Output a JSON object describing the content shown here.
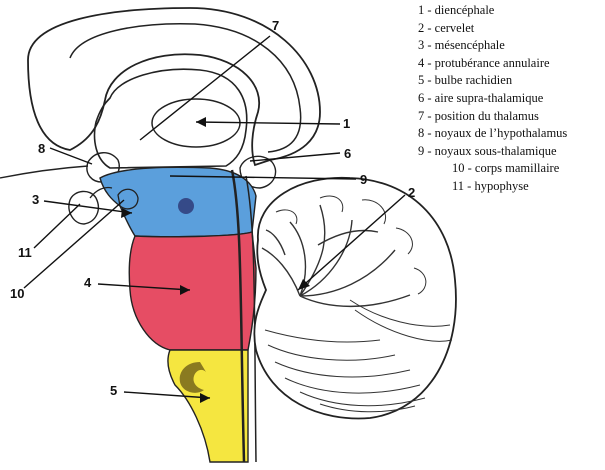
{
  "legend": [
    {
      "num": "1",
      "text": "diencéphale"
    },
    {
      "num": "2",
      "text": "cervelet"
    },
    {
      "num": "3",
      "text": "mésencéphale"
    },
    {
      "num": "4",
      "text": "protubérance annulaire"
    },
    {
      "num": "5",
      "text": "bulbe rachidien"
    },
    {
      "num": "6",
      "text": "aire supra-thalamique"
    },
    {
      "num": "7",
      "text": "position du thalamus"
    },
    {
      "num": "8",
      "text": "noyaux de l’hypothalamus"
    },
    {
      "num": "9",
      "text": "noyaux sous-thalamique"
    },
    {
      "num": "10",
      "text": " corps mamillaire",
      "indent": true
    },
    {
      "num": "11",
      "text": "hypophyse",
      "indent": true
    }
  ],
  "callouts": [
    "1",
    "2",
    "3",
    "4",
    "5",
    "6",
    "7",
    "8",
    "9",
    "10",
    "11"
  ],
  "colors": {
    "mesencephale": "#5b9fdc",
    "protuberance": "#e64d64",
    "bulbe": "#f5e640",
    "outline": "#222222"
  }
}
